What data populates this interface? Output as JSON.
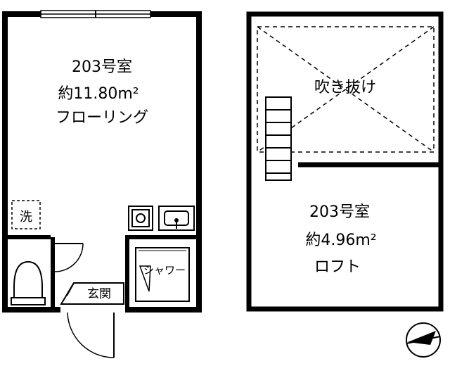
{
  "main_room": {
    "name": "203号室",
    "area": "約11.80m²",
    "floor": "フローリング"
  },
  "loft_room": {
    "name": "203号室",
    "area": "約4.96m²",
    "type": "ロフト"
  },
  "open_ceiling_label": "吹き抜け",
  "washer_label": "洗",
  "shower_label": "シャワー",
  "entrance_label": "玄関",
  "colors": {
    "line": "#000000",
    "background": "#ffffff"
  },
  "icons": [
    "toilet-icon",
    "stove-icon",
    "sink-icon",
    "ladder-icon",
    "compass-icon",
    "door-swing-icon"
  ]
}
